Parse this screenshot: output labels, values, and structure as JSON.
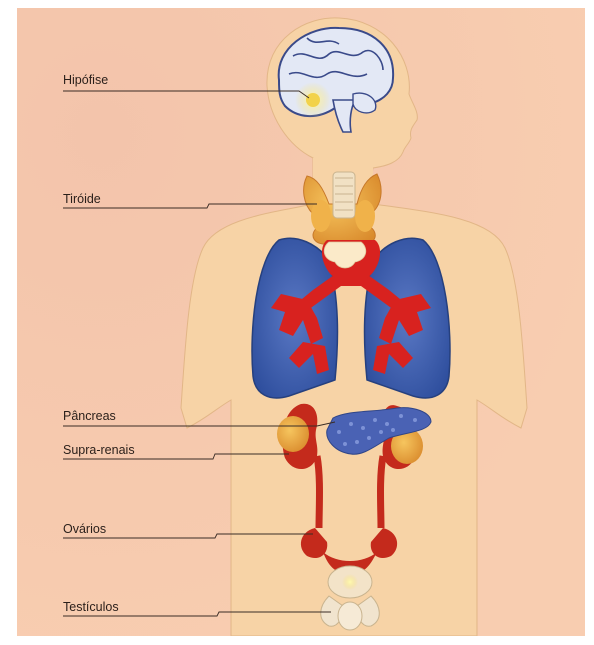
{
  "colors": {
    "background": "#f6c7ad",
    "body": "#f7d3a6",
    "lungs": "#3b5fae",
    "vessels": "#d8221f",
    "glands": "#e9a13b",
    "pancreas": "#4a5fb0",
    "brain": "#dfe6f4"
  },
  "labels": [
    {
      "id": "hipofise",
      "text": "Hipófise"
    },
    {
      "id": "tiroide",
      "text": "Tiróide"
    },
    {
      "id": "pancreas",
      "text": "Pâncreas"
    },
    {
      "id": "supra_renais",
      "text": "Supra-renais"
    },
    {
      "id": "ovarios",
      "text": "Ovários"
    },
    {
      "id": "testiculos",
      "text": "Testículos"
    }
  ]
}
